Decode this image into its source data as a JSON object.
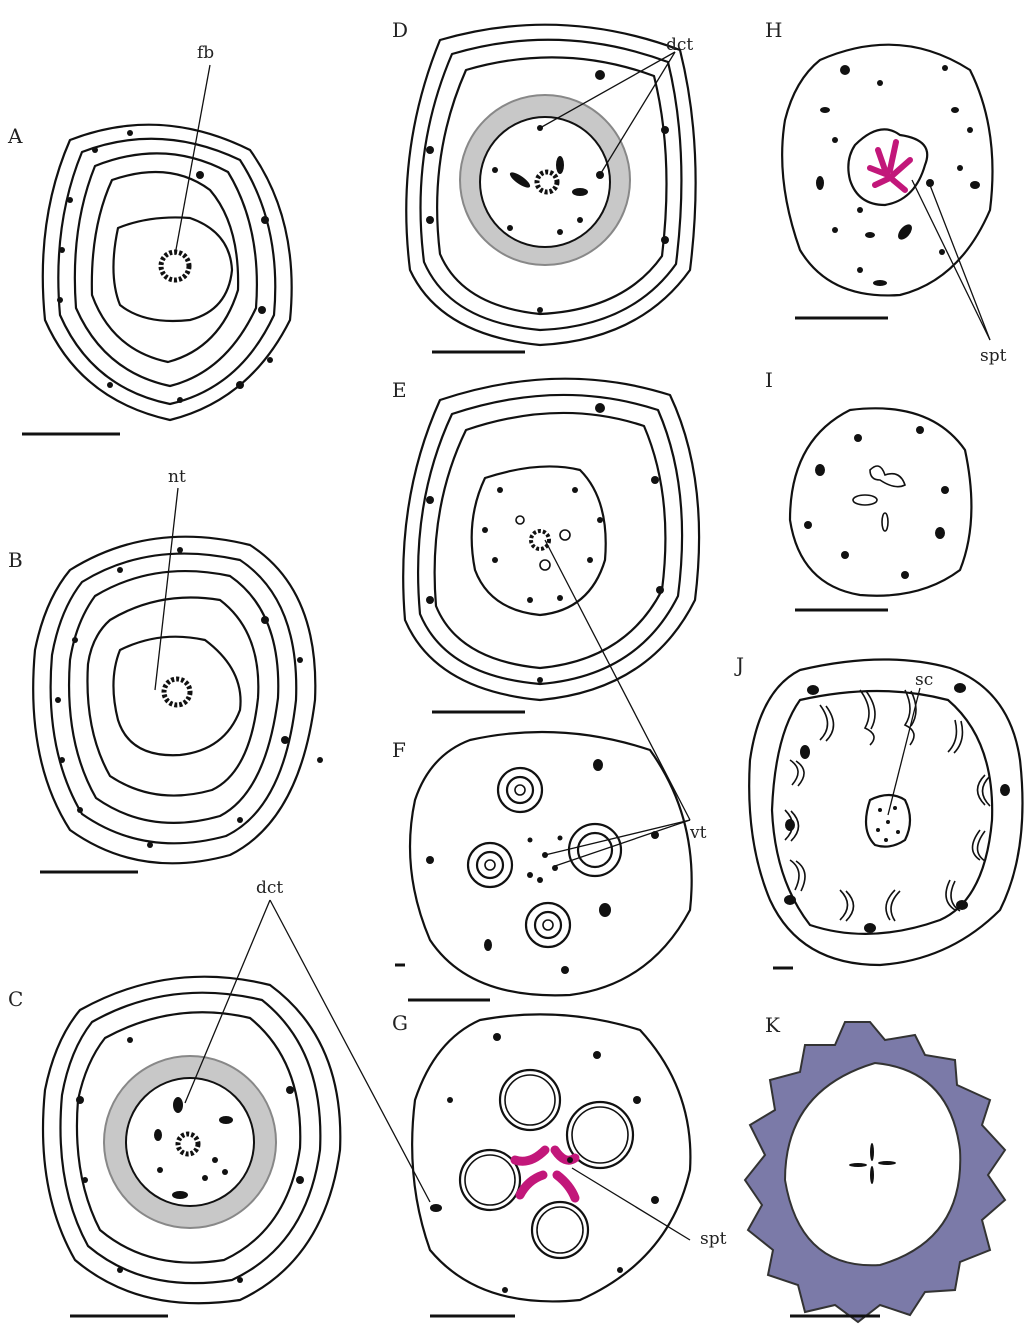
{
  "panels": {
    "A": "A",
    "B": "B",
    "C": "C",
    "D": "D",
    "E": "E",
    "F": "F",
    "G": "G",
    "H": "H",
    "I": "I",
    "J": "J",
    "K": "K"
  },
  "labels": {
    "fb": "fb",
    "nt": "nt",
    "dct_c": "dct",
    "dct_d": "dct",
    "vt": "vt",
    "spt_g": "spt",
    "spt_h": "spt",
    "sc": "sc"
  },
  "colors": {
    "magenta": "#c2177a",
    "gray_ring": "#c8c8c8",
    "purple_ring": "#7b7aa8",
    "outline": "#111111"
  }
}
